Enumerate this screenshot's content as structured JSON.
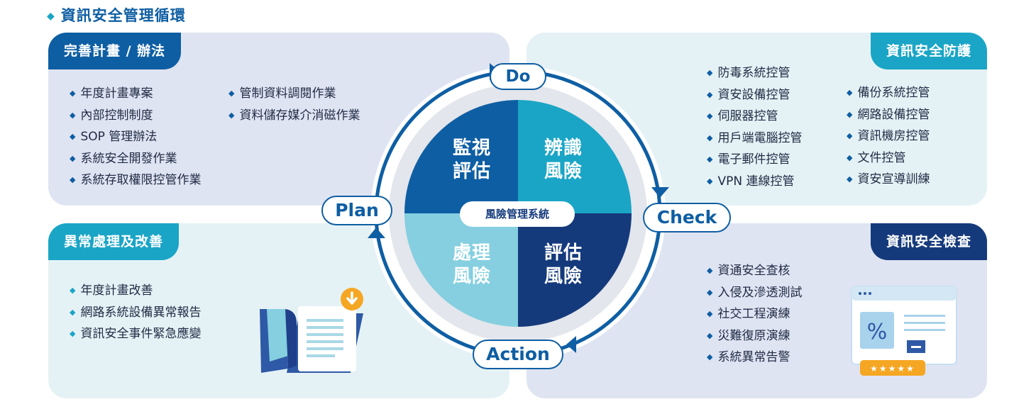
{
  "page_title": "資訊安全管理循環",
  "colors": {
    "dark_blue": "#0e5ea3",
    "navy": "#153a7c",
    "teal": "#1aa5c6",
    "light_teal": "#85cfe0",
    "panel_blue": "#dfe4f2",
    "panel_teal": "#e5f2f5"
  },
  "panels": {
    "plan": {
      "title": "完善計畫 / 辦法",
      "col1": [
        "年度計畫專案",
        "內部控制制度",
        "SOP 管理辦法",
        "系統安全開發作業",
        "系統存取權限控管作業"
      ],
      "col2": [
        "管制資料調閱作業",
        "資料儲存媒介消磁作業"
      ]
    },
    "do": {
      "title": "資訊安全防護",
      "col1": [
        "防毒系統控管",
        "資安設備控管",
        "伺服器控管",
        "用戶端電腦控管",
        "電子郵件控管",
        "VPN 連線控管"
      ],
      "col2": [
        "備份系統控管",
        "網路設備控管",
        "資訊機房控管",
        "文件控管",
        "資安宣導訓練"
      ]
    },
    "action": {
      "title": "異常處理及改善",
      "items": [
        "年度計畫改善",
        "網路系統設備異常報告",
        "資訊安全事件緊急應變"
      ]
    },
    "check": {
      "title": "資訊安全檢查",
      "items": [
        "資通安全查核",
        "入侵及滲透測試",
        "社交工程演練",
        "災難復原演練",
        "系統異常告警"
      ]
    }
  },
  "cycle": {
    "labels": {
      "do": "Do",
      "check": "Check",
      "action": "Action",
      "plan": "Plan"
    },
    "center": "風險管理系統",
    "quadrants": {
      "top_left": [
        "監視",
        "評估"
      ],
      "top_right": [
        "辨識",
        "風險"
      ],
      "bottom_left": [
        "處理",
        "風險"
      ],
      "bottom_right": [
        "評估",
        "風險"
      ]
    }
  },
  "icons": {
    "document": "download-document-icon",
    "report": "rating-report-icon",
    "report_symbol": "%"
  }
}
